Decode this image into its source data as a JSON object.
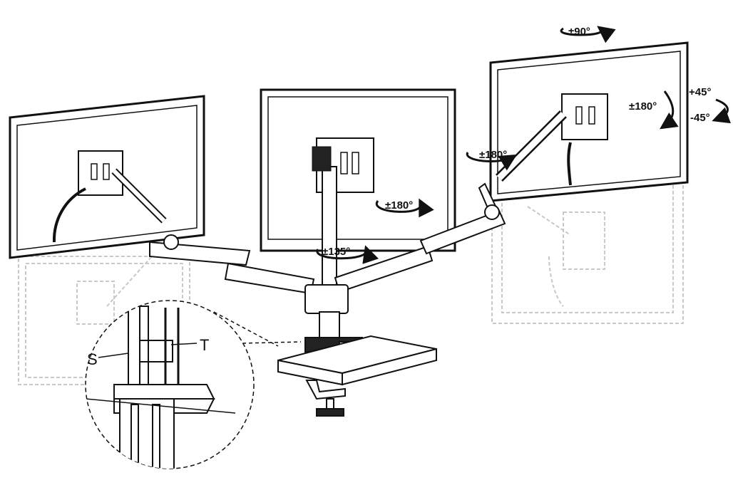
{
  "colors": {
    "line": "#111111",
    "ghost": "#c8c8c8",
    "fill": "#ffffff",
    "dark": "#222222"
  },
  "labels": {
    "top_rotation": "±90°",
    "right_screen_rotation": "±180°",
    "tilt_up": "+45°",
    "tilt_down": "-45°",
    "right_arm_swivel": "±180°",
    "center_screen_swivel": "±180°",
    "base_swivel": "±135°"
  },
  "detail": {
    "part_s": "S",
    "part_t": "T"
  },
  "icons": [
    "rotation-arrow-icon",
    "tilt-arrow-icon"
  ]
}
